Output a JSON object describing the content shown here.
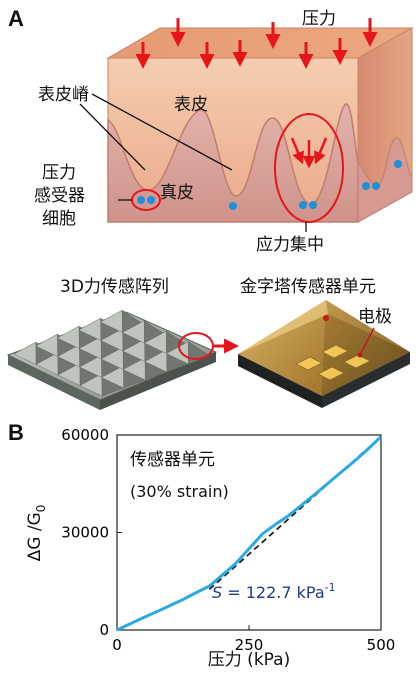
{
  "panel_a": {
    "letter": "A",
    "skin_block": {
      "pressure_label": "压力",
      "epidermis_label": "表皮",
      "epidermal_ridge_label": "表皮嵴",
      "dermis_label": "真皮",
      "mechanoreceptor_label_lines": [
        "压力",
        "感受器",
        "细胞"
      ],
      "stress_concentration_label": "应力集中"
    },
    "sensor": {
      "array_label": "3D力传感阵列",
      "unit_label": "金字塔传感器单元",
      "electrode_label": "电极"
    }
  },
  "panel_b": {
    "letter": "B",
    "annotation_title": "传感器单元",
    "annotation_strain": "(30% strain)",
    "sensitivity_prefix": "S",
    "sensitivity_text": " = 122.7 kPa",
    "sensitivity_sup": "-1"
  },
  "colors": {
    "arrow": "#e8141c",
    "skin_top": "#e8a076",
    "skin_front": "#f3c3a2",
    "dermis": "#d9a29c",
    "cell": "#1e90d8",
    "curve": "#29abe2",
    "fit": "#222222",
    "pyramid_gold": "#c99a3a",
    "sensitivity_text": "#1f3c88"
  },
  "chart_data": {
    "type": "line",
    "xlabel": "压力 (kPa)",
    "ylabel": "ΔG /G",
    "ylabel_sub": "0",
    "xlim": [
      0,
      500
    ],
    "ylim": [
      0,
      60000
    ],
    "xticks": [
      "0",
      "250",
      "500"
    ],
    "yticks": [
      "0",
      "30000",
      "60000"
    ],
    "series": [
      {
        "x": [
          0,
          25,
          50,
          75,
          100,
          125,
          150,
          175,
          200,
          225,
          250,
          275,
          300,
          325,
          350,
          375,
          400,
          425,
          450,
          475,
          500
        ],
        "y": [
          0,
          1900,
          3800,
          5600,
          7500,
          9400,
          11500,
          13500,
          17000,
          20500,
          25000,
          29500,
          32500,
          35200,
          38500,
          41800,
          45200,
          48600,
          52000,
          55600,
          59500
        ]
      }
    ],
    "fit": {
      "x": [
        175,
        500
      ],
      "y": [
        12500,
        59500
      ],
      "style": "dashed"
    }
  }
}
